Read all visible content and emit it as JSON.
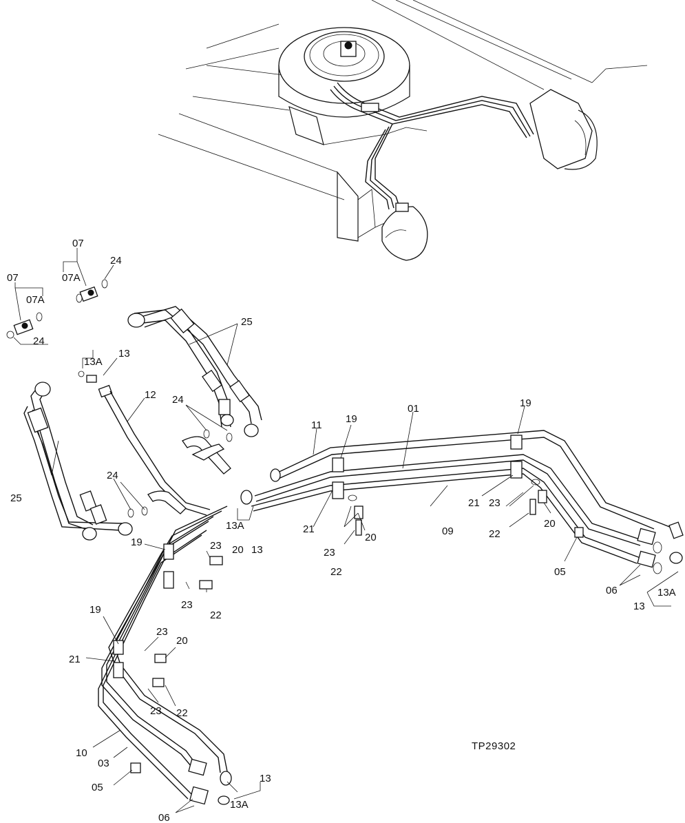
{
  "figure_id": "TP29302",
  "callouts": [
    {
      "id": "c-07-top",
      "text": "07"
    },
    {
      "id": "c-07a-top",
      "text": "07A"
    },
    {
      "id": "c-24-top",
      "text": "24"
    },
    {
      "id": "c-07-left",
      "text": "07"
    },
    {
      "id": "c-07a-left",
      "text": "07A"
    },
    {
      "id": "c-24-left",
      "text": "24"
    },
    {
      "id": "c-13a-upper",
      "text": "13A"
    },
    {
      "id": "c-13-upper",
      "text": "13"
    },
    {
      "id": "c-25-right",
      "text": "25"
    },
    {
      "id": "c-12",
      "text": "12"
    },
    {
      "id": "c-24-mid",
      "text": "24"
    },
    {
      "id": "c-11",
      "text": "11"
    },
    {
      "id": "c-19-top",
      "text": "19"
    },
    {
      "id": "c-01",
      "text": "01"
    },
    {
      "id": "c-19-right",
      "text": "19"
    },
    {
      "id": "c-25-left",
      "text": "25"
    },
    {
      "id": "c-24-low",
      "text": "24"
    },
    {
      "id": "c-13a-mid",
      "text": "13A"
    },
    {
      "id": "c-13-mid",
      "text": "13"
    },
    {
      "id": "c-21-mid",
      "text": "21"
    },
    {
      "id": "c-23-mid",
      "text": "23"
    },
    {
      "id": "c-20-mid",
      "text": "20"
    },
    {
      "id": "c-09",
      "text": "09"
    },
    {
      "id": "c-22-mid",
      "text": "22"
    },
    {
      "id": "c-21-right",
      "text": "21"
    },
    {
      "id": "c-23-right",
      "text": "23"
    },
    {
      "id": "c-20-right",
      "text": "20"
    },
    {
      "id": "c-22-right",
      "text": "22"
    },
    {
      "id": "c-05-right",
      "text": "05"
    },
    {
      "id": "c-06-right",
      "text": "06"
    },
    {
      "id": "c-13a-right",
      "text": "13A"
    },
    {
      "id": "c-13-right",
      "text": "13"
    },
    {
      "id": "c-19-left",
      "text": "19"
    },
    {
      "id": "c-23-left-a",
      "text": "23"
    },
    {
      "id": "c-20-left-a",
      "text": "20"
    },
    {
      "id": "c-23-left-b",
      "text": "23"
    },
    {
      "id": "c-22-left-a",
      "text": "22"
    },
    {
      "id": "c-19-left-low",
      "text": "19"
    },
    {
      "id": "c-23-left-c",
      "text": "23"
    },
    {
      "id": "c-20-left-b",
      "text": "20"
    },
    {
      "id": "c-21-left",
      "text": "21"
    },
    {
      "id": "c-23-left-d",
      "text": "23"
    },
    {
      "id": "c-22-left-b",
      "text": "22"
    },
    {
      "id": "c-10",
      "text": "10"
    },
    {
      "id": "c-03",
      "text": "03"
    },
    {
      "id": "c-05-left",
      "text": "05"
    },
    {
      "id": "c-13-bottom",
      "text": "13"
    },
    {
      "id": "c-13a-bottom",
      "text": "13A"
    },
    {
      "id": "c-06-bottom",
      "text": "06"
    }
  ]
}
